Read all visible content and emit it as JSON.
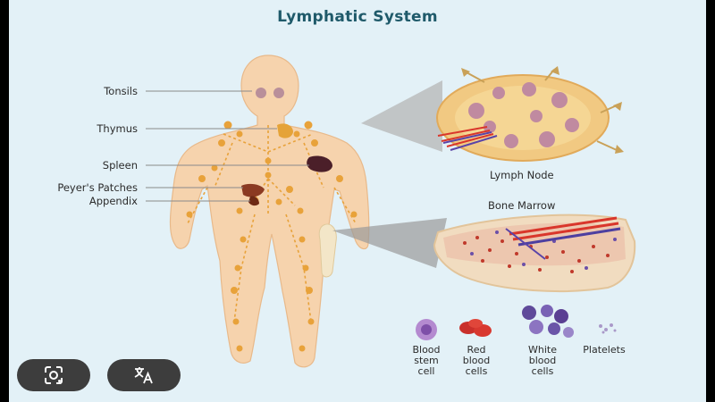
{
  "title": "Lymphatic System",
  "labels": {
    "tonsils": "Tonsils",
    "thymus": "Thymus",
    "spleen": "Spleen",
    "peyers_patches": "Peyer's Patches",
    "appendix": "Appendix",
    "lymph_node": "Lymph Node",
    "bone_marrow": "Bone Marrow"
  },
  "cells": [
    {
      "lines": [
        "Blood",
        "stem",
        "cell"
      ]
    },
    {
      "lines": [
        "Red",
        "blood",
        "cells"
      ]
    },
    {
      "lines": [
        "White",
        "blood",
        "cells"
      ]
    },
    {
      "lines": [
        "Platelets"
      ]
    }
  ],
  "toolbar": {
    "lens_icon": "lens-search-icon",
    "translate_icon": "translate-icon"
  },
  "colors": {
    "background": "#e3f1f7",
    "body": "#f6d3ad",
    "lymph": "#e8a23a",
    "title": "#1f5a6a"
  }
}
